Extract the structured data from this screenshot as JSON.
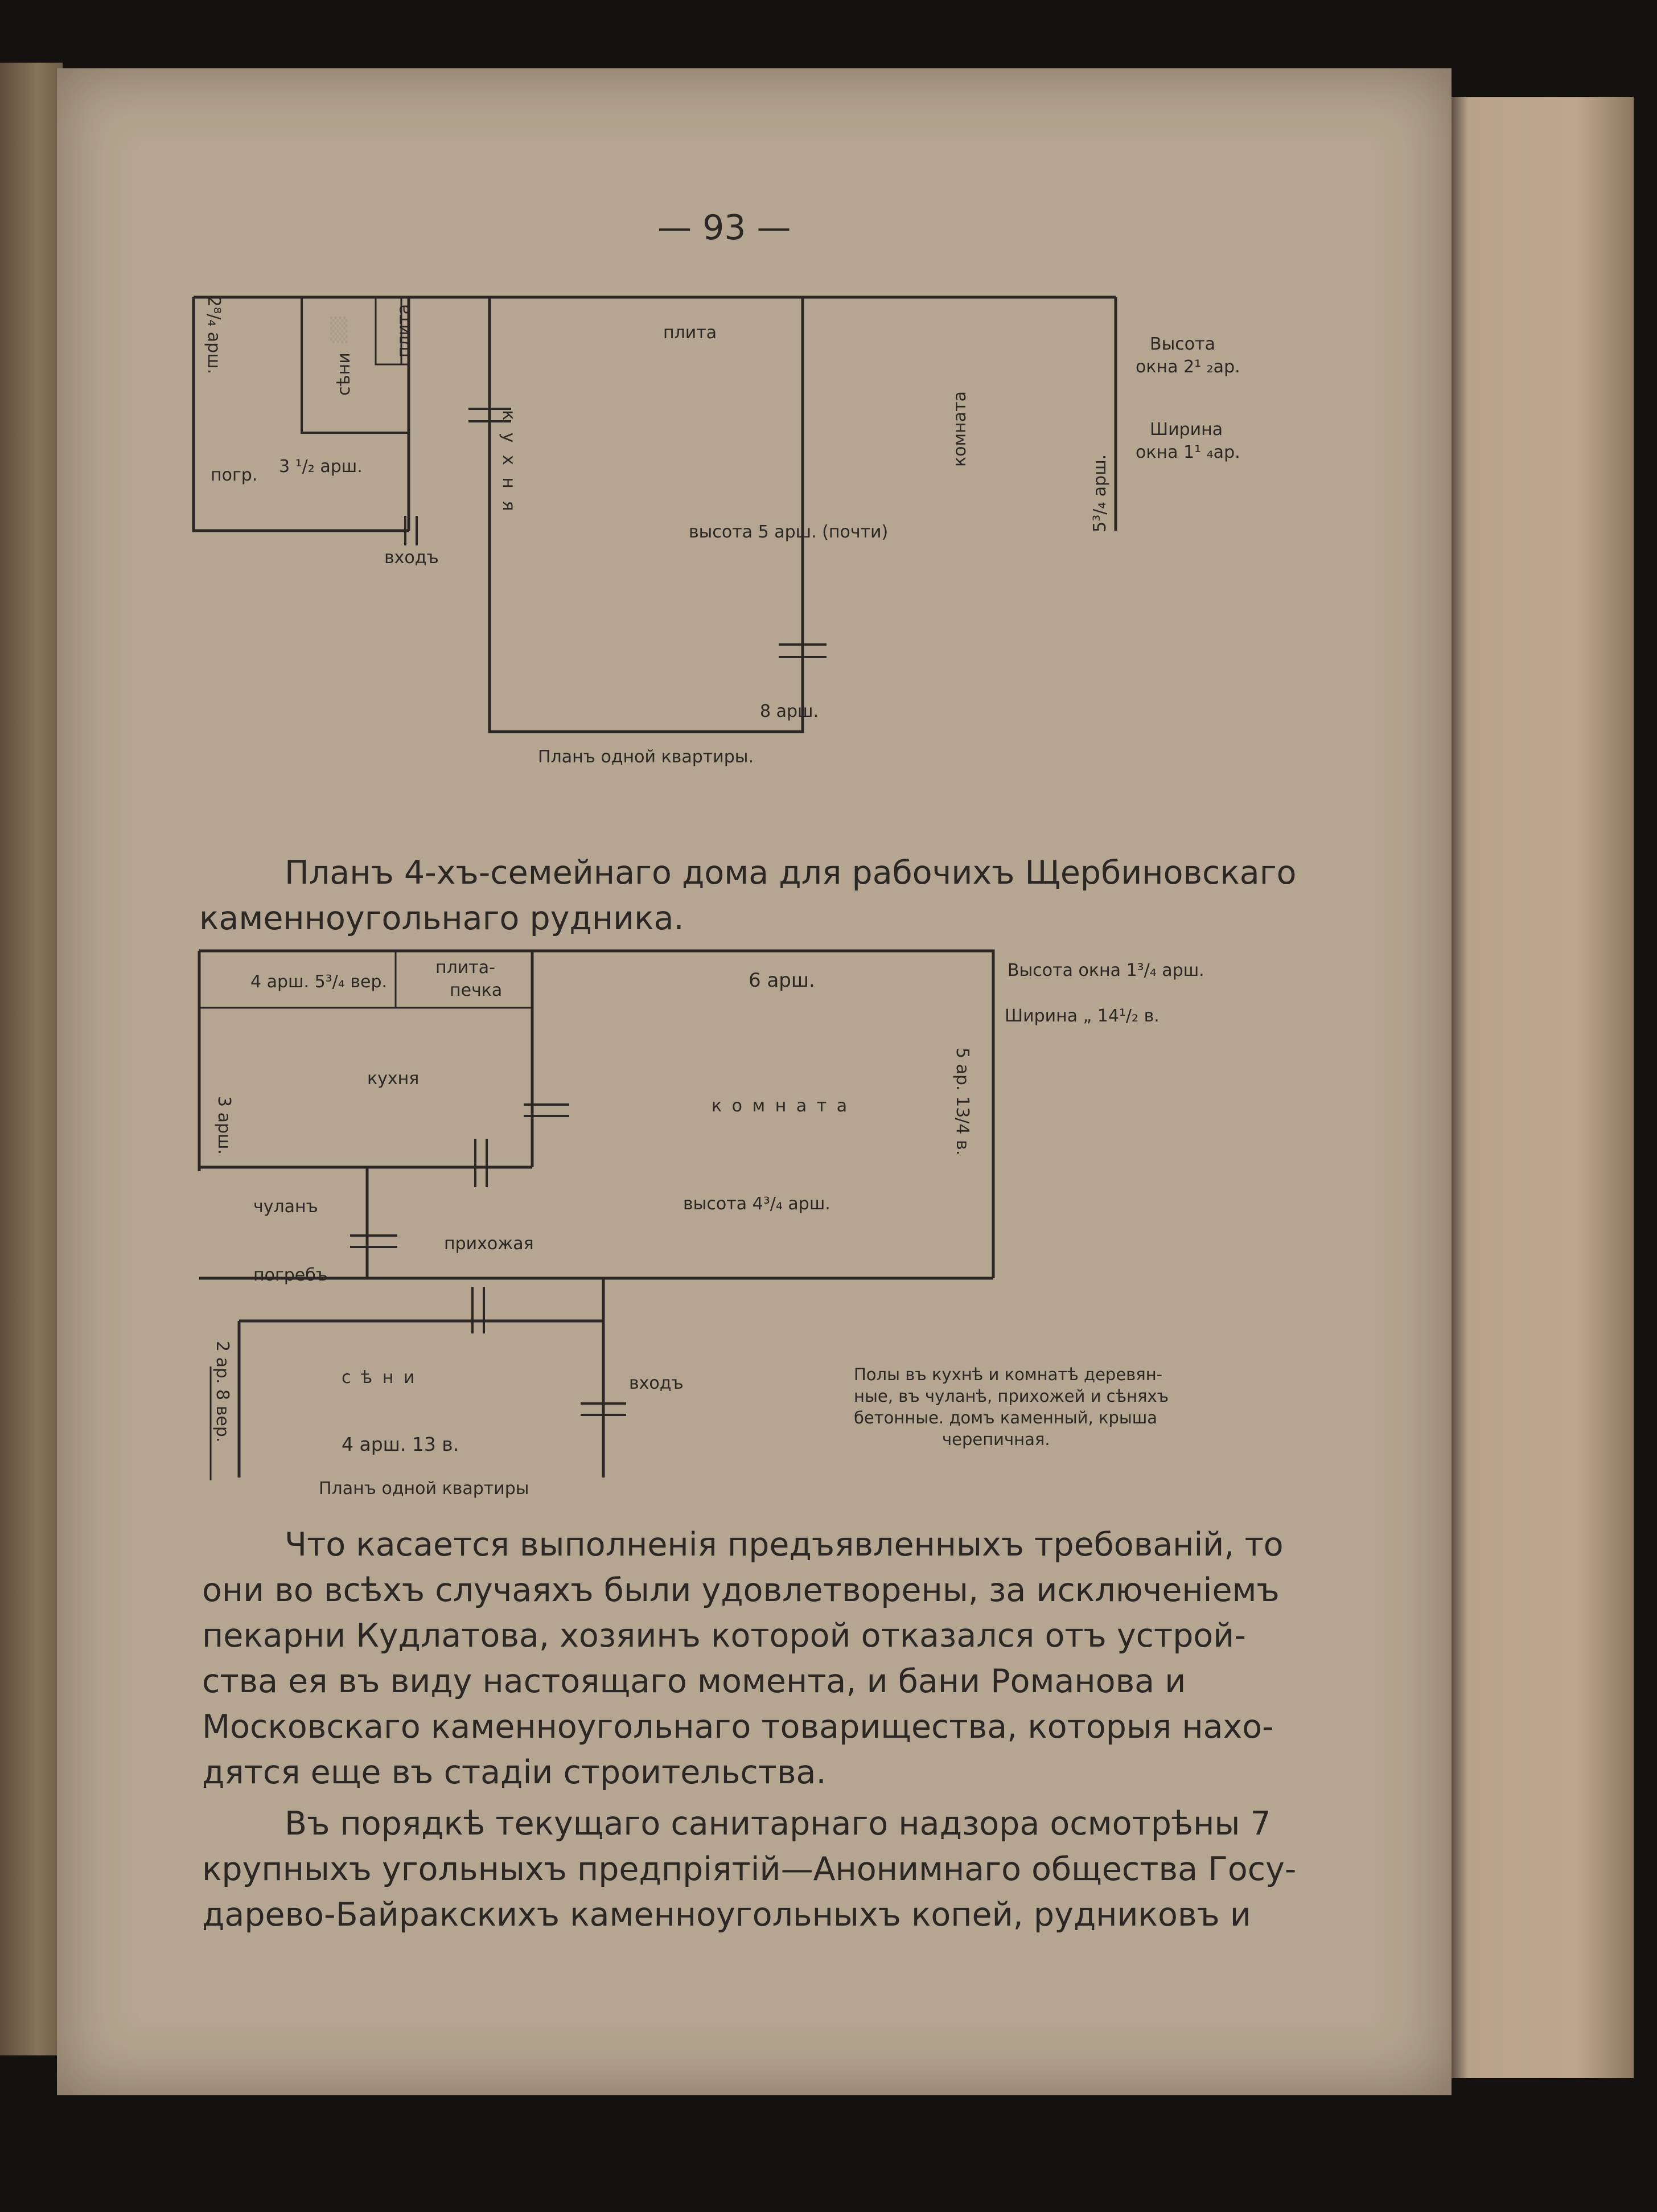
{
  "page_number": "— 93 —",
  "plan1": {
    "labels": {
      "dim_left": "2⁸/₄ арш.",
      "senі": "сѣни",
      "plita_small": "плита",
      "plita": "плита",
      "pogr": "погр.",
      "dim_senі": "3 ¹/₂ арш.",
      "kukhnya": "к у х н я",
      "komnata": "комната",
      "vysota_room": "высота 5 арш. (почти)",
      "vkhod": "входъ",
      "dim_right": "5³/₄ арш.",
      "dim_bottom": "8 арш."
    },
    "note": {
      "height_label": "Высота",
      "height_value": "окна 2¹ ₂ар.",
      "width_label": "Ширина",
      "width_value": "окна 1¹ ₄ар."
    },
    "caption": "Планъ одной квартиры."
  },
  "heading": {
    "line1": "Планъ 4-хъ-семейнаго дома для рабочихъ Щербиновскаго",
    "line2": "каменноугольнаго рудника."
  },
  "plan2": {
    "labels": {
      "dim_top_left": "4 арш. 5³/₄ вер.",
      "plita1": "плита-",
      "plita2": "печка",
      "dim_room": "6 арш.",
      "dim_left": "3 арш.",
      "kukhnya": "кухня",
      "komnata": "к о м н а т а",
      "dim_right": "5 ар. 13/4 в.",
      "chulan": "чуланъ",
      "vysota": "высота 4³/₄ арш.",
      "prikhozhaya": "прихожая",
      "pogreb": "погребъ",
      "dim_left2": "2 ар. 8 вер.",
      "seni": "с ѣ н и",
      "vkhod": "входъ",
      "dim_bottom": "4 арш. 13 в."
    },
    "note_window": {
      "height": "Высота окна 1³/₄ арш.",
      "width": "Ширина  „  14¹/₂ в."
    },
    "floor_note": [
      "Полы въ кухнѣ и комнатѣ деревян-",
      "ные, въ чуланѣ, прихожей и сѣняхъ",
      "бетонные. домъ каменный, крыша",
      "черепичная."
    ],
    "caption": "Планъ одной квартиры"
  },
  "body_lines": [
    "Что касается выполненія предъявленныхъ требованій, то",
    "они во всѣхъ случаяхъ были удовлетворены, за исключеніемъ",
    "пекарни Кудлатова, хозяинъ которой отказался отъ устрой-",
    "ства ея въ виду настоящаго момента, и бани Романова и",
    "Московскаго каменноугольнаго товарищества, которыя нахо-",
    "дятся еще въ стадіи строительства.",
    "Въ порядкѣ текущаго санитарнаго надзора осмотрѣны 7",
    "крупныхъ угольныхъ предпріятій—Анонимнаго общества Госу-",
    "дарево-Байракскихъ каменноугольныхъ копей, рудниковъ и"
  ]
}
